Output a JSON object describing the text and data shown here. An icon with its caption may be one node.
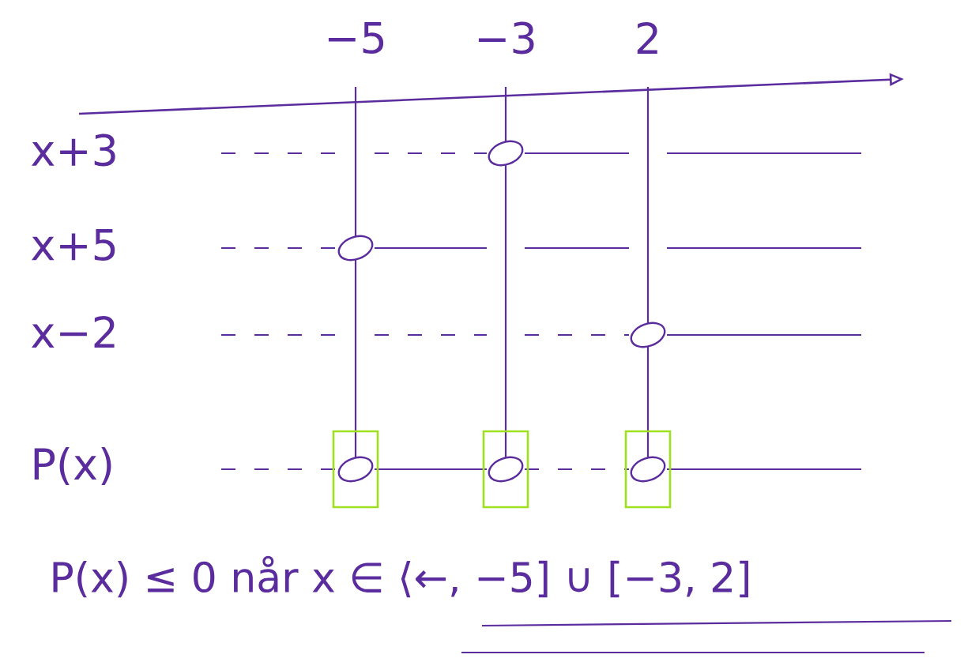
{
  "diagram": {
    "labels": [
      "−5",
      "−3",
      "2",
      "x+3",
      "x+5",
      "x−2",
      "P(x)",
      "P(x) ≤ 0 når x ∈ ⟨←, −5] ∪ [−3, 2]"
    ]
  }
}
